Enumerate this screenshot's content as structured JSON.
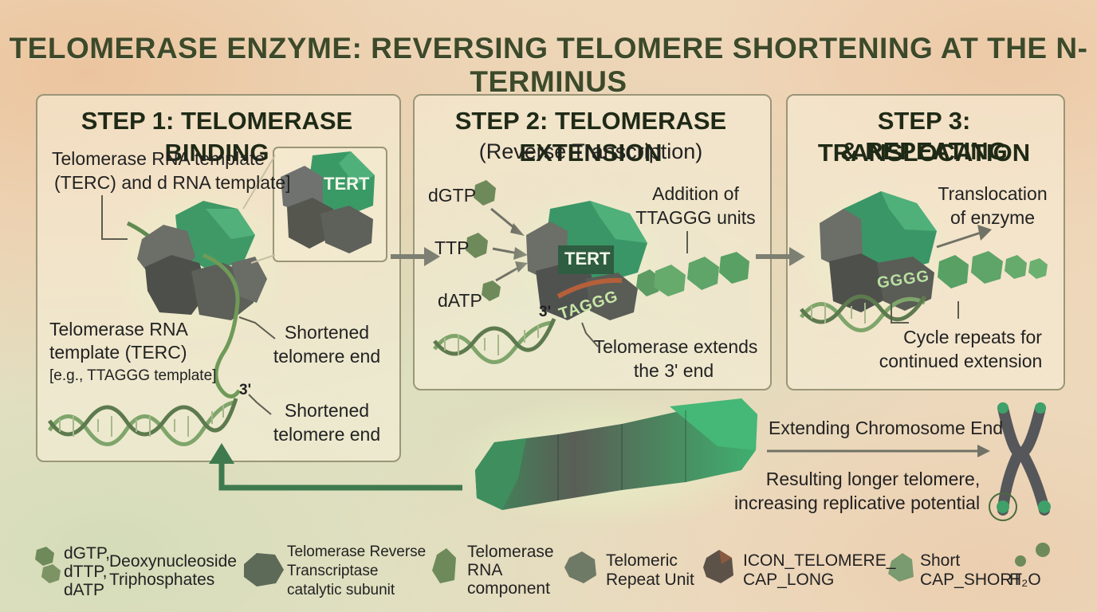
{
  "title": "TELOMERASE ENZYME: REVERSING TELOMERE SHORTENING AT THE N-TERMINUS",
  "step1": {
    "title": "STEP 1: TELOMERASE BINDING",
    "label_template_top_1": "Telomerase RNA template",
    "label_template_top_2": "(TERC) and d RNA template]",
    "inset_label": "TERT",
    "label_template_bottom_1": "Telomerase RNA",
    "label_template_bottom_2": "template (TERC)",
    "label_template_bottom_3": "[e.g., TTAGGG template]",
    "label_shortened_1_a": "Shortened",
    "label_shortened_1_b": "telomere end",
    "three_prime": "3'",
    "label_shortened_2_a": "Shortened",
    "label_shortened_2_b": "telomere end"
  },
  "step2": {
    "title": "STEP 2: TELOMERASE EXTENSION",
    "subtitle": "(Reverse Transcription)",
    "dgtp": "dGTP",
    "ttp": "TTP",
    "datp": "dATP",
    "addition_1": "Addition of",
    "addition_2": "TTAGGG units",
    "tert": "TERT",
    "three_prime": "3'",
    "sequence": "TAGGG",
    "extends_1": "Telomerase extends",
    "extends_2": "the 3' end"
  },
  "step3": {
    "title_1": "STEP 3: TRANSLOCATION",
    "title_2": "& REPEATING",
    "translocation_1": "Translocation",
    "translocation_2": "of enzyme",
    "sequence": "GGGG",
    "cycle_1": "Cycle repeats for",
    "cycle_2": "continued extension"
  },
  "bottom": {
    "extending": "Extending Chromosome End",
    "result_1": "Resulting longer telomere,",
    "result_2": "increasing replicative potential"
  },
  "legend": [
    {
      "icon": "nucleotide-cluster-icon",
      "text_1": "dGTP,",
      "text_2": "dTTP,",
      "text_3": "dATP"
    },
    {
      "icon": "",
      "text_1": "Deoxynucleoside",
      "text_2": "Triphosphates"
    },
    {
      "icon": "tert-subunit-icon",
      "text_1": "Telomerase Reverse",
      "text_2": "Transcriptase",
      "text_3": "catalytic subunit"
    },
    {
      "icon": "rna-component-icon",
      "text_1": "Telomerase",
      "text_2": "RNA",
      "text_3": "component"
    },
    {
      "icon": "repeat-unit-icon",
      "text_1": "Telomeric",
      "text_2": "Repeat Unit"
    },
    {
      "icon": "telomere-cap-long-icon",
      "text_1": "ICON_TELOMERE_",
      "text_2": "CAP_LONG"
    },
    {
      "icon": "telomere-cap-short-icon",
      "text_1": "Short",
      "text_2": "CAP_SHORT"
    },
    {
      "icon": "water-icon",
      "text_1": "H₂O"
    }
  ],
  "colors": {
    "green": "#3fa06a",
    "dark_green": "#2f6e4a",
    "gray": "#5c5e58",
    "background": "#efe4cc",
    "title": "#3d4a2a"
  }
}
